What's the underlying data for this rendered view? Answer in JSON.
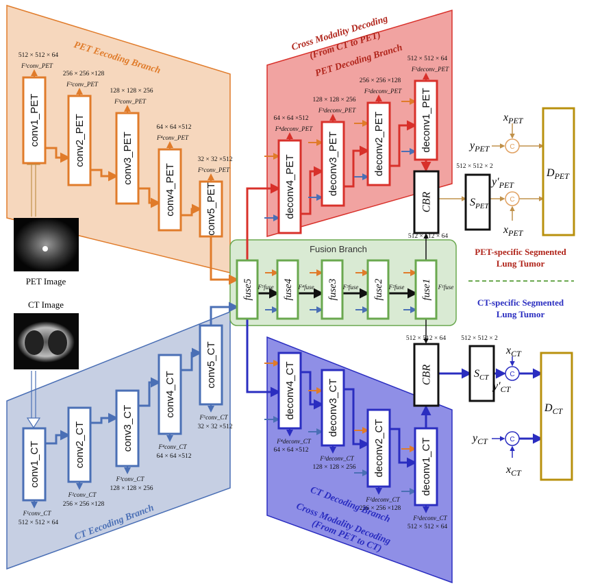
{
  "colors": {
    "pet": "#e07b2a",
    "pet_region": "#f6d7bd",
    "ct": "#4a6fb5",
    "ct_region": "#c6cfe3",
    "cross_pet": "#d8302a",
    "cross_pet_region": "#f1a3a1",
    "cross_ct": "#2a2dc0",
    "cross_ct_region": "#8f8fe6",
    "fusion": "#6aa84f",
    "fusion_region": "#d9ead3",
    "disc": "#b8900d",
    "title_pet": "#b0241a",
    "title_ct": "#2a2dc0"
  },
  "titles": {
    "pet_encoding": "PET Eecoding Branch",
    "ct_encoding": "CT Eecoding Branch",
    "cross_pet_l1": "Cross Modality Decoding",
    "cross_pet_l2": "(From CT to PET)",
    "pet_decoding": "PET Decoding Branch",
    "cross_ct_l1": "Cross Modality Decoding",
    "cross_ct_l2": "(From PET to CT)",
    "ct_decoding": "CT Decoding Branch",
    "fusion": "Fusion Branch",
    "pet_image": "PET Image",
    "ct_image": "CT Image",
    "pet_result_l1": "PET-specific Segmented",
    "pet_result_l2": "Lung Tumor",
    "ct_result_l1": "CT-specific Segmented",
    "ct_result_l2": "Lung Tumor"
  },
  "pet_encoder": [
    {
      "label": "conv1_PET",
      "dim": "512 × 512 × 64",
      "feat": "F¹conv_PET"
    },
    {
      "label": "conv2_PET",
      "dim": "256 × 256 ×128",
      "feat": "F²conv_PET"
    },
    {
      "label": "conv3_PET",
      "dim": "128 × 128 × 256",
      "feat": "F³conv_PET"
    },
    {
      "label": "conv4_PET",
      "dim": "64 × 64 ×512",
      "feat": "F⁴conv_PET"
    },
    {
      "label": "conv5_PET",
      "dim": "32 × 32 ×512",
      "feat": "F⁵conv_PET"
    }
  ],
  "ct_encoder": [
    {
      "label": "conv1_CT",
      "dim": "512 × 512 × 64",
      "feat": "F¹conv_CT"
    },
    {
      "label": "conv2_CT",
      "dim": "256 × 256 ×128",
      "feat": "F²conv_CT"
    },
    {
      "label": "conv3_CT",
      "dim": "128 × 128 × 256",
      "feat": "F³conv_CT"
    },
    {
      "label": "conv4_CT",
      "dim": "64 × 64 ×512",
      "feat": "F⁴conv_CT"
    },
    {
      "label": "conv5_CT",
      "dim": "32 × 32 ×512",
      "feat": "F⁵conv_CT"
    }
  ],
  "pet_decoder": [
    {
      "label": "deconv4_PET",
      "dim": "64 × 64 ×512",
      "feat": "F⁴deconv_PET"
    },
    {
      "label": "deconv3_PET",
      "dim": "128 × 128 × 256",
      "feat": "F³deconv_PET"
    },
    {
      "label": "deconv2_PET",
      "dim": "256 × 256 ×128",
      "feat": "F²deconv_PET"
    },
    {
      "label": "deconv1_PET",
      "dim": "512 × 512 × 64",
      "feat": "F¹deconv_PET"
    }
  ],
  "ct_decoder": [
    {
      "label": "deconv4_CT",
      "dim": "64 × 64 ×512",
      "feat": "F⁴deconv_CT"
    },
    {
      "label": "deconv3_CT",
      "dim": "128 × 128 × 256",
      "feat": "F³deconv_CT"
    },
    {
      "label": "deconv2_CT",
      "dim": "256 × 256 ×128",
      "feat": "F²deconv_CT"
    },
    {
      "label": "deconv1_CT",
      "dim": "512 × 512 × 64",
      "feat": "F¹deconv_CT"
    }
  ],
  "fusion": [
    {
      "label": "fuse5",
      "feat": "F⁵fuse"
    },
    {
      "label": "fuse4",
      "feat": "F⁴fuse"
    },
    {
      "label": "fuse3",
      "feat": "F³fuse"
    },
    {
      "label": "fuse2",
      "feat": "F²fuse"
    },
    {
      "label": "fuse1",
      "feat": "F¹fuse"
    }
  ],
  "output": {
    "cbr": "CBR",
    "dim_top": "512 × 512 × 64",
    "dim_bottom": "512 × 512 × 64",
    "seg_dim_pet": "512 × 512 × 2",
    "seg_dim_ct": "512 × 512 × 2",
    "s_pet": "SPET",
    "s_ct": "SCT",
    "d_pet": "DPET",
    "d_ct": "DCT",
    "x_pet": "xPET",
    "y_pet": "yPET",
    "y_pet_prime": "y′PET",
    "x_ct": "xCT",
    "y_ct": "yCT",
    "y_ct_prime": "y′CT",
    "concat": "C"
  }
}
